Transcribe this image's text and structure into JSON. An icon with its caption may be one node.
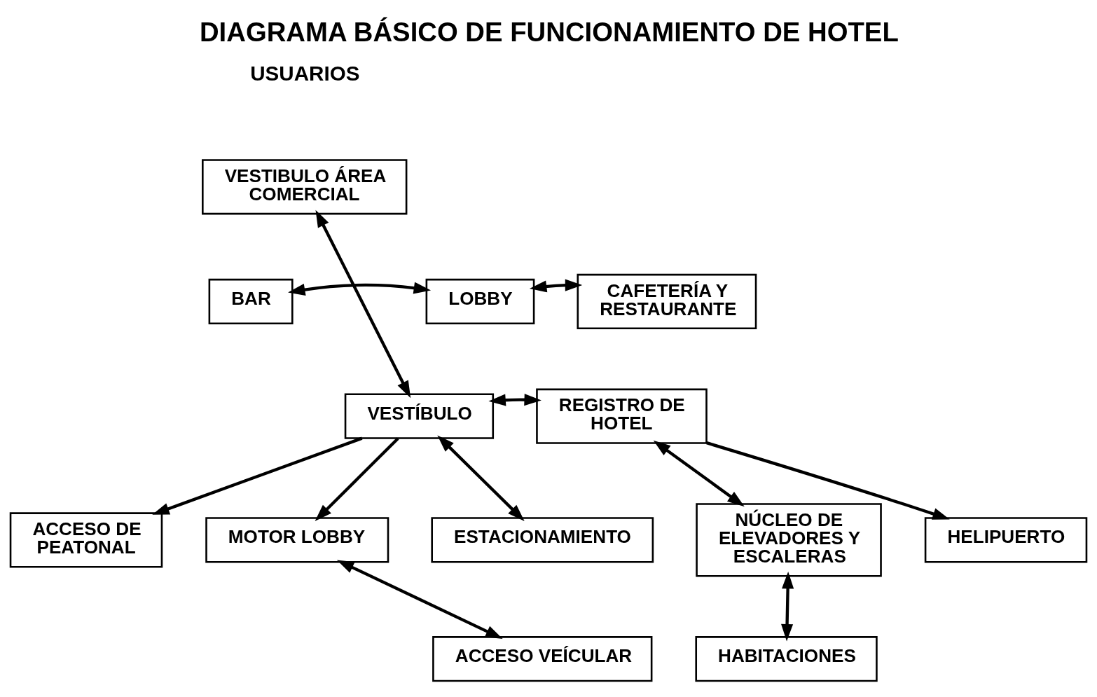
{
  "diagram": {
    "title": "DIAGRAMA BÁSICO DE FUNCIONAMIENTO DE HOTEL",
    "nodes": [
      {
        "text": [
          "VESTIBULO ÁREA COMERCIAL"
        ]
      },
      {
        "text": [
          "BAR"
        ]
      },
      {
        "text": [
          "LOBBY"
        ]
      },
      {
        "text": [
          "CAFETERÍA Y RESTAURANTE"
        ]
      },
      {
        "text": [
          "VESTÍBULO"
        ]
      },
      {
        "text": [
          "REGISTRO DE HOTEL"
        ]
      },
      {
        "text": [
          "ACCESO DE PEATONAL"
        ]
      },
      {
        "text": [
          "MOTOR LOBBY"
        ]
      },
      {
        "text": [
          "ESTACIONAMIENTO"
        ]
      },
      {
        "text": [
          "NÚCLEO DE ELEVADORES Y ESCALERAS"
        ]
      },
      {
        "text": [
          "HELIPUERTO"
        ]
      },
      {
        "text": [
          "ACCESO VEÍCULAR"
        ]
      },
      {
        "text": [
          "HABITACIONES"
        ]
      }
    ],
    "edges": [
      {
        "from": 0,
        "to": 4,
        "arrow": "both"
      },
      {
        "from": 2,
        "to": 1,
        "arrow": "both"
      },
      {
        "from": 2,
        "to": 3,
        "arrow": "both"
      },
      {
        "from": 4,
        "to": 6,
        "arrow": "to"
      },
      {
        "from": 4,
        "to": 7,
        "arrow": "to"
      },
      {
        "from": 4,
        "to": 8,
        "arrow": "both"
      },
      {
        "from": 4,
        "to": 5,
        "arrow": "both"
      },
      {
        "from": 5,
        "to": 9,
        "arrow": "both"
      },
      {
        "from": 5,
        "to": 10,
        "arrow": "to"
      },
      {
        "from": 7,
        "to": 11,
        "arrow": "both"
      },
      {
        "from": 9,
        "to": 12,
        "arrow": "both"
      }
    ],
    "labels": [
      "USUARIOS"
    ]
  }
}
